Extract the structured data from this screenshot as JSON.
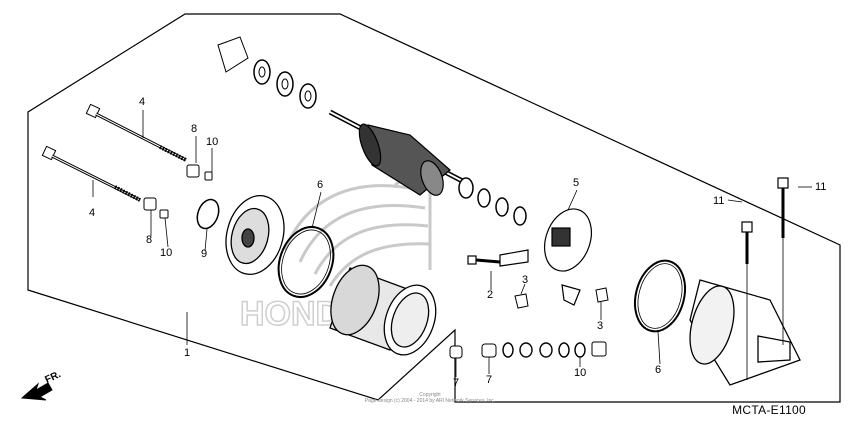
{
  "diagram": {
    "code": "MCTA-E1100",
    "front_marker": "FR.",
    "watermark": "HONDA",
    "copyright": "Copyright\nPage design (c) 2004 - 2014 by ARI Network Services, Inc.",
    "callouts": [
      "1",
      "2",
      "3",
      "3",
      "4",
      "4",
      "5",
      "6",
      "6",
      "7",
      "7",
      "8",
      "8",
      "9",
      "10",
      "10",
      "10",
      "11",
      "11"
    ]
  }
}
